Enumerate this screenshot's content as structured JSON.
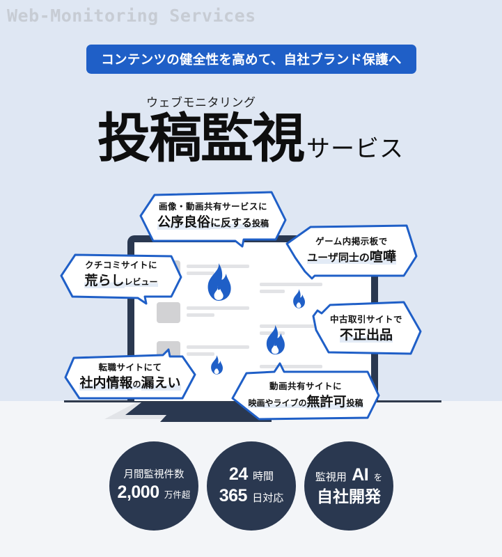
{
  "watermark": "Web-Monitoring Services",
  "banner": {
    "text": "コンテンツの健全性を高めて、自社ブランド保護へ"
  },
  "hero": {
    "subtitle": "ウェブモニタリング",
    "title_main": "投稿監視",
    "title_suffix": "サービス"
  },
  "bubbles": [
    {
      "id": "image-video",
      "line1": "画像・動画共有サービスに",
      "big": "公序良俗",
      "mid": "に反する",
      "small": "投稿"
    },
    {
      "id": "game-board",
      "line1": "ゲーム内掲示板で",
      "mid": "ユーザ同士の",
      "big": "喧嘩"
    },
    {
      "id": "review-site",
      "line1": "クチコミサイトに",
      "big": "荒らし",
      "small": "レビュー"
    },
    {
      "id": "secondhand",
      "line1": "中古取引サイトで",
      "big": "不正出品"
    },
    {
      "id": "job-site",
      "line1": "転職サイトにて",
      "big": "社内情報",
      "mid": "の",
      "big2": "漏えい"
    },
    {
      "id": "video-share",
      "line1": "動画共有サイトに",
      "mid": "映画やライブの",
      "big": "無許可",
      "small": "投稿"
    }
  ],
  "stats": [
    {
      "id": "monthly",
      "line1": "月間監視件数",
      "num": "2,000",
      "unit": "万件超"
    },
    {
      "id": "hours",
      "num1": "24",
      "unit1": "時間",
      "num2": "365",
      "unit2": "日対応"
    },
    {
      "id": "ai",
      "prefix": "監視用",
      "num": "AI",
      "suffix": "を",
      "line2": "自社開発"
    }
  ],
  "colors": {
    "accent_blue": "#1f5fc7",
    "navy": "#2a3850",
    "top_bg": "#dfe7f3",
    "bottom_bg": "#f3f5f8"
  }
}
